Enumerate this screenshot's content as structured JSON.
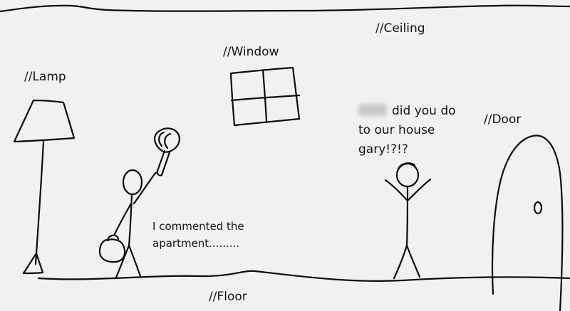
{
  "labels": {
    "ceiling": "//Ceiling",
    "window": "//Window",
    "lamp": "//Lamp",
    "door": "//Door",
    "floor": "//Floor"
  },
  "speech": {
    "left": {
      "line1": "I commented the",
      "line2": "apartment........."
    },
    "right": {
      "line1": "did you do",
      "line2": "to our house",
      "line3": "gary!?!?",
      "censored_word": "(blurred word)"
    }
  },
  "colors": {
    "background": "#f1f1f1",
    "ink": "#0c0c0c",
    "censor_blur": "#c9c9c9"
  }
}
